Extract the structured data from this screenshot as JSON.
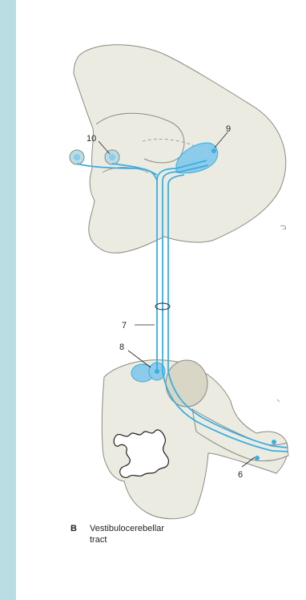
{
  "colors": {
    "background": "#b9dde3",
    "panel": "#ffffff",
    "tissue": "#ecebe2",
    "tissue_outline": "#8a8a84",
    "tract": "#3aaee0",
    "nucleus": "#8ccbe9",
    "olive": "#d9d6c6"
  },
  "labels": {
    "l10": "10",
    "l9": "9",
    "l7": "7",
    "l8": "8",
    "l6": "6"
  },
  "caption": {
    "letter": "B",
    "text": "Vestibulocerebellar tract"
  }
}
